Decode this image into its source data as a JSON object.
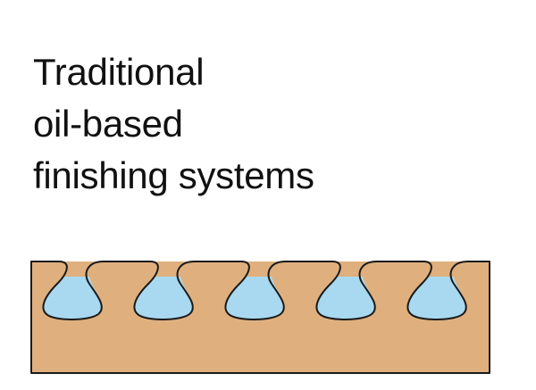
{
  "heading": {
    "line1": "Traditional",
    "line2": "oil-based",
    "line3": "finishing systems"
  },
  "colors": {
    "wood": "#DFB07E",
    "finish": "#A9D9F0",
    "outline": "#1A1A1A",
    "text": "#111111",
    "background": "#FFFFFF"
  }
}
